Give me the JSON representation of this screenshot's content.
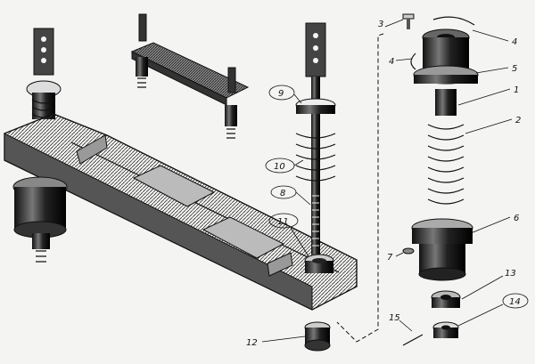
{
  "diagram": {
    "callouts": [
      {
        "id": "c1",
        "label": "1"
      },
      {
        "id": "c2",
        "label": "2"
      },
      {
        "id": "c3",
        "label": "3"
      },
      {
        "id": "c4a",
        "label": "4"
      },
      {
        "id": "c4b",
        "label": "4"
      },
      {
        "id": "c5",
        "label": "5"
      },
      {
        "id": "c6",
        "label": "6"
      },
      {
        "id": "c7",
        "label": "7"
      },
      {
        "id": "c8",
        "label": "8"
      },
      {
        "id": "c9",
        "label": "9"
      },
      {
        "id": "c10",
        "label": "10"
      },
      {
        "id": "c11",
        "label": "11"
      },
      {
        "id": "c12",
        "label": "12"
      },
      {
        "id": "c13",
        "label": "13"
      },
      {
        "id": "c14",
        "label": "14"
      },
      {
        "id": "c15",
        "label": "15"
      }
    ]
  }
}
